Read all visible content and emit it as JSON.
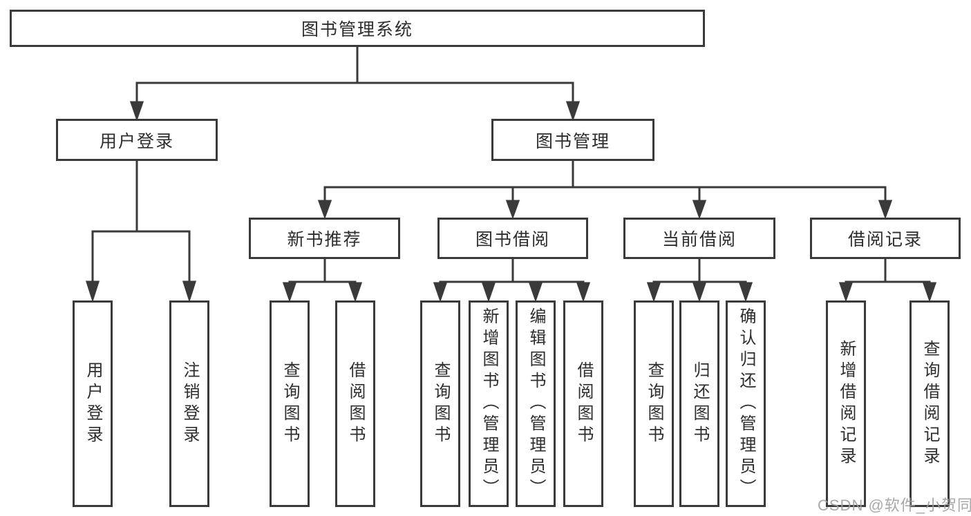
{
  "tree": {
    "label": "图书管理系统",
    "children": [
      {
        "label": "用户登录",
        "children": [
          {
            "label": "用户登录"
          },
          {
            "label": "注销登录"
          }
        ]
      },
      {
        "label": "图书管理",
        "children": [
          {
            "label": "新书推荐",
            "children": [
              {
                "label": "查询图书"
              },
              {
                "label": "借阅图书"
              }
            ]
          },
          {
            "label": "图书借阅",
            "children": [
              {
                "label": "查询图书"
              },
              {
                "label": "新增图书（管理员）"
              },
              {
                "label": "编辑图书（管理员）"
              },
              {
                "label": "借阅图书"
              }
            ]
          },
          {
            "label": "当前借阅",
            "children": [
              {
                "label": "查询图书"
              },
              {
                "label": "归还图书"
              },
              {
                "label": "确认归还（管理员）"
              }
            ]
          },
          {
            "label": "借阅记录",
            "children": [
              {
                "label": "新增借阅记录"
              },
              {
                "label": "查询借阅记录"
              }
            ]
          }
        ]
      }
    ]
  },
  "watermark": {
    "text": "CSDN @软件_小贺同学"
  },
  "colors": {
    "line": "#3a3a3a",
    "text": "#2d2d2d",
    "watermark": "#9e9e9e",
    "background": "#ffffff"
  }
}
